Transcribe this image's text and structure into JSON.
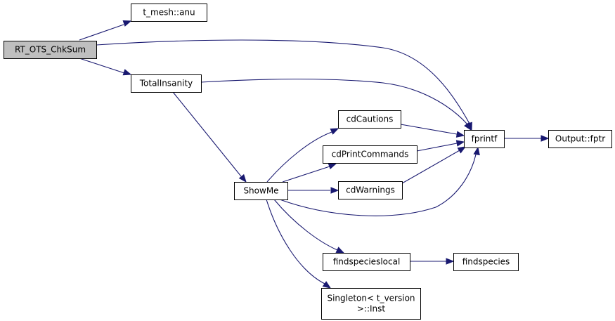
{
  "nodes": [
    {
      "id": "rt_ots_chksum",
      "lines": [
        "RT_OTS_ChkSum"
      ],
      "root": true
    },
    {
      "id": "t_mesh_anu",
      "lines": [
        "t_mesh::anu"
      ]
    },
    {
      "id": "totalinsanity",
      "lines": [
        "TotalInsanity"
      ]
    },
    {
      "id": "showme",
      "lines": [
        "ShowMe"
      ]
    },
    {
      "id": "cdcautions",
      "lines": [
        "cdCautions"
      ]
    },
    {
      "id": "cdprintcommands",
      "lines": [
        "cdPrintCommands"
      ]
    },
    {
      "id": "cdwarnings",
      "lines": [
        "cdWarnings"
      ]
    },
    {
      "id": "fprintf",
      "lines": [
        "fprintf"
      ]
    },
    {
      "id": "output_fptr",
      "lines": [
        "Output::fptr"
      ]
    },
    {
      "id": "findspecieslocal",
      "lines": [
        "findspecieslocal"
      ]
    },
    {
      "id": "findspecies",
      "lines": [
        "findspecies"
      ]
    },
    {
      "id": "singleton_inst",
      "lines": [
        "Singleton< t_version",
        ">::Inst"
      ]
    }
  ],
  "edges": [
    {
      "from": "rt_ots_chksum",
      "to": "t_mesh_anu"
    },
    {
      "from": "rt_ots_chksum",
      "to": "fprintf"
    },
    {
      "from": "rt_ots_chksum",
      "to": "totalinsanity"
    },
    {
      "from": "totalinsanity",
      "to": "fprintf"
    },
    {
      "from": "totalinsanity",
      "to": "showme"
    },
    {
      "from": "showme",
      "to": "cdcautions"
    },
    {
      "from": "showme",
      "to": "cdprintcommands"
    },
    {
      "from": "showme",
      "to": "cdwarnings"
    },
    {
      "from": "showme",
      "to": "fprintf"
    },
    {
      "from": "showme",
      "to": "findspecieslocal"
    },
    {
      "from": "showme",
      "to": "singleton_inst"
    },
    {
      "from": "cdcautions",
      "to": "fprintf"
    },
    {
      "from": "cdprintcommands",
      "to": "fprintf"
    },
    {
      "from": "cdwarnings",
      "to": "fprintf"
    },
    {
      "from": "fprintf",
      "to": "output_fptr"
    },
    {
      "from": "findspecieslocal",
      "to": "findspecies"
    }
  ]
}
